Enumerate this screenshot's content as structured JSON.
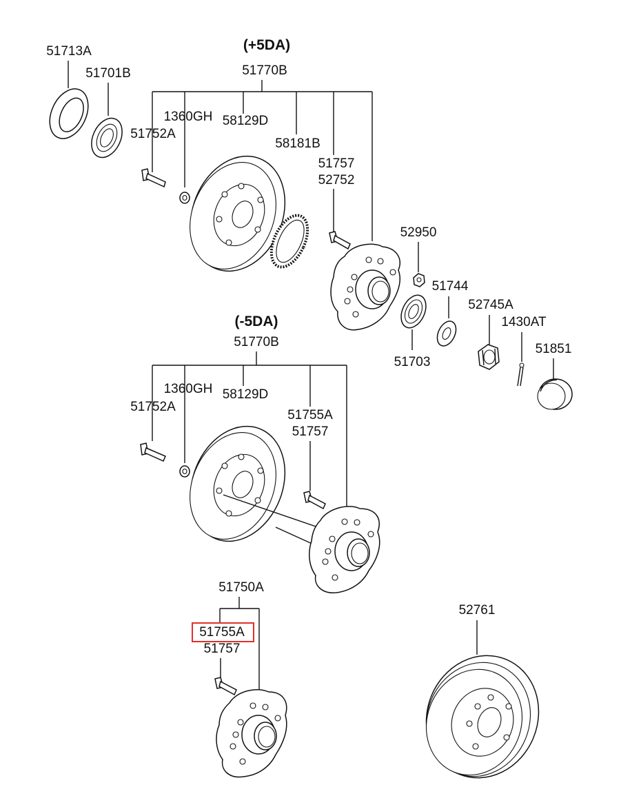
{
  "groups": {
    "plus_5da": "(+5DA)",
    "minus_5da": "(-5DA)"
  },
  "labels": {
    "p51713A": "51713A",
    "p51701B": "51701B",
    "p51770B_top": "51770B",
    "p1360GH_top": "1360GH",
    "p58129D_top": "58129D",
    "p51752A_top": "51752A",
    "p58181B": "58181B",
    "p51757_top": "51757",
    "p52752": "52752",
    "p52950": "52950",
    "p51744": "51744",
    "p52745A": "52745A",
    "p1430AT": "1430AT",
    "p51703": "51703",
    "p51851": "51851",
    "p51770B_mid": "51770B",
    "p1360GH_mid": "1360GH",
    "p58129D_mid": "58129D",
    "p51752A_mid": "51752A",
    "p51755A_mid": "51755A",
    "p51757_mid": "51757",
    "p51750A": "51750A",
    "p51755A_bot": "51755A",
    "p51757_bot": "51757",
    "p52761": "52761"
  },
  "highlight": {
    "part": "51755A",
    "color": "#e0302a"
  }
}
